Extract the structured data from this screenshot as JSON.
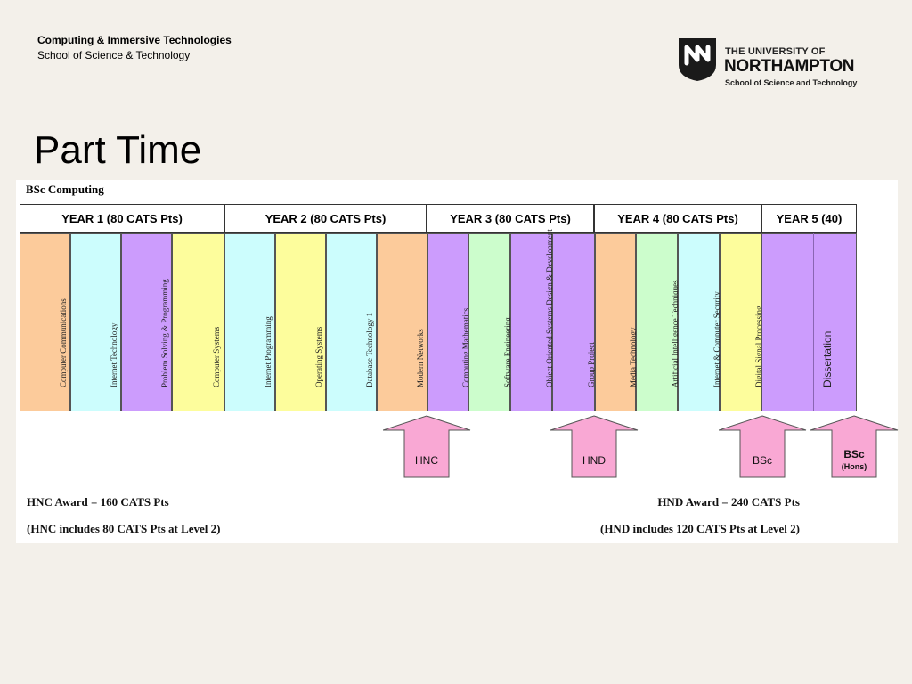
{
  "header": {
    "department_line1": "Computing & Immersive Technologies",
    "department_line2": "School of Science & Technology"
  },
  "logo": {
    "line1": "THE UNIVERSITY OF",
    "line2": "NORTHAMPTON",
    "line3": "School of Science and Technology"
  },
  "slide_title": "Part Time",
  "diagram": {
    "title": "BSc Computing",
    "years": [
      "YEAR 1 (80 CATS Pts)",
      "YEAR 2 (80 CATS Pts)",
      "YEAR 3 (80 CATS Pts)",
      "YEAR 4 (80 CATS Pts)",
      "YEAR 5 (40)"
    ],
    "modules": [
      {
        "label": "Computer Communications",
        "color": "#fccb9b"
      },
      {
        "label": "Internet Technology",
        "color": "#ccfdfd"
      },
      {
        "label": "Problem Solving & Programming",
        "color": "#cc9cfd"
      },
      {
        "label": "Computer Systems",
        "color": "#fdfd9c"
      },
      {
        "label": "Internet Programming",
        "color": "#ccfdfd"
      },
      {
        "label": "Operating Systems",
        "color": "#fdfd9c"
      },
      {
        "label": "Database Technology 1",
        "color": "#ccfdfd"
      },
      {
        "label": "Modern Networks",
        "color": "#fccb9b"
      },
      {
        "label": "Computing Mathematics",
        "color": "#cc9cfd"
      },
      {
        "label": "Software Engineering",
        "color": "#ccfdcc"
      },
      {
        "label": "Object Oriented Systems Design & Development",
        "color": "#cc9cfd"
      },
      {
        "label": "Group Project",
        "color": "#cc9cfd"
      },
      {
        "label": "Media Technology",
        "color": "#fccb9b"
      },
      {
        "label": "Artificial Intelligence Techniques",
        "color": "#ccfdcc"
      },
      {
        "label": "Internet & Computer Security",
        "color": "#ccfdfd"
      },
      {
        "label": "Digital Signal Processing",
        "color": "#fdfd9c"
      },
      {
        "label": "Dissertation",
        "color": "#cc9cfd"
      }
    ],
    "arrows": [
      {
        "label": "HNC",
        "sub": ""
      },
      {
        "label": "HND",
        "sub": ""
      },
      {
        "label": "BSc",
        "sub": ""
      },
      {
        "label": "BSc",
        "sub": "(Hons)"
      }
    ],
    "arrow_color": "#f9a8d4",
    "notes": {
      "hnc_award": "HNC Award = 160 CATS Pts",
      "hnc_detail": "(HNC includes 80 CATS Pts at Level 2)",
      "hnd_award": "HND Award  = 240 CATS Pts",
      "hnd_detail": "(HND includes 120 CATS Pts at Level 2)"
    }
  }
}
